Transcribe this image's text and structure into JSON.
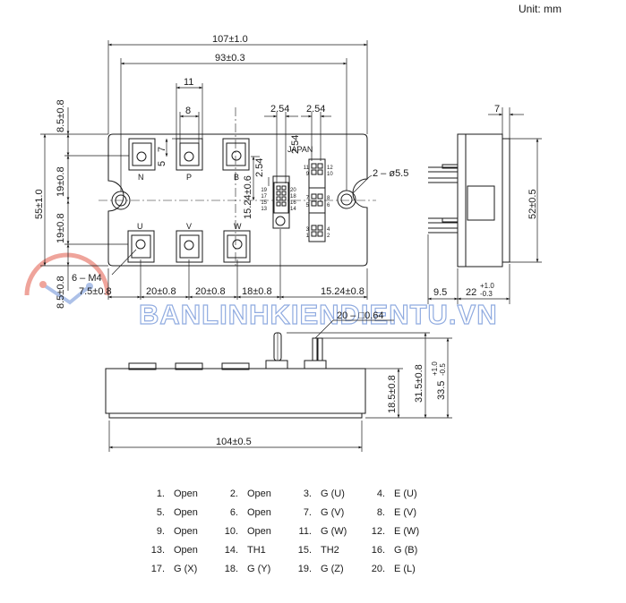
{
  "unit_label": "Unit: mm",
  "watermark": "BANLINHKIENDIENTU.VN",
  "dimensions": {
    "total_width": "107±1.0",
    "mount_pitch": "93±0.3",
    "term_width": "11",
    "term_hole": "8",
    "pin_pitch_a": "2.54",
    "pin_pitch_b": "2.54",
    "side_depth": "7",
    "edge_top": "8.5±0.8",
    "height_55": "55±1.0",
    "pitch_19_top": "19±0.8",
    "pitch_19_bot": "19±0.8",
    "edge_bot": "8.5±0.8",
    "term_7": "7",
    "term_5": "5",
    "pin_row_offset": "15.24±0.6",
    "pin_pitch_v": "2.54",
    "hole_spec": "2 – ø5.5",
    "height_52": "52±0.5",
    "thread_spec": "6 – M4",
    "h_7_5": "7.5±0.8",
    "h_20_a": "20±0.8",
    "h_20_b": "20±0.8",
    "h_18": "18±0.8",
    "h_15_24": "15.24±0.8",
    "side_9_5": "9.5",
    "side_22": "22",
    "side_22_tol_up": "+1.0",
    "side_22_tol_dn": "-0.3",
    "pin_spec": "20 – □0.64",
    "body_18_5": "18.5±0.8",
    "body_31_5": "31.5±0.8",
    "body_33_5": "33.5",
    "body_33_5_tol_up": "+1.0",
    "body_33_5_tol_dn": "-0.5",
    "bottom_104": "104±0.5"
  },
  "terminal_labels": {
    "n": "N",
    "p": "P",
    "b": "B",
    "u": "U",
    "v": "V",
    "w": "W"
  },
  "pin_header_label": "JAPAN",
  "left_header_numbers": [
    "19",
    "17",
    "15",
    "13",
    "20",
    "18",
    "16",
    "14"
  ],
  "right_header_numbers": [
    "11",
    "9",
    "7",
    "5",
    "3",
    "1",
    "12",
    "10",
    "8",
    "6",
    "4",
    "2"
  ],
  "pins": [
    {
      "num": "1.",
      "name": "Open"
    },
    {
      "num": "2.",
      "name": "Open"
    },
    {
      "num": "3.",
      "name": "G (U)"
    },
    {
      "num": "4.",
      "name": "E (U)"
    },
    {
      "num": "5.",
      "name": "Open"
    },
    {
      "num": "6.",
      "name": "Open"
    },
    {
      "num": "7.",
      "name": "G (V)"
    },
    {
      "num": "8.",
      "name": "E (V)"
    },
    {
      "num": "9.",
      "name": "Open"
    },
    {
      "num": "10.",
      "name": "Open"
    },
    {
      "num": "11.",
      "name": "G (W)"
    },
    {
      "num": "12.",
      "name": "E (W)"
    },
    {
      "num": "13.",
      "name": "Open"
    },
    {
      "num": "14.",
      "name": "TH1"
    },
    {
      "num": "15.",
      "name": "TH2"
    },
    {
      "num": "16.",
      "name": "G (B)"
    },
    {
      "num": "17.",
      "name": "G (X)"
    },
    {
      "num": "18.",
      "name": "G (Y)"
    },
    {
      "num": "19.",
      "name": "G (Z)"
    },
    {
      "num": "20.",
      "name": "E (L)"
    }
  ],
  "colors": {
    "line": "#1a1a1a",
    "watermark_blue": "#6b8fd6",
    "watermark_red": "#e25a4a"
  }
}
